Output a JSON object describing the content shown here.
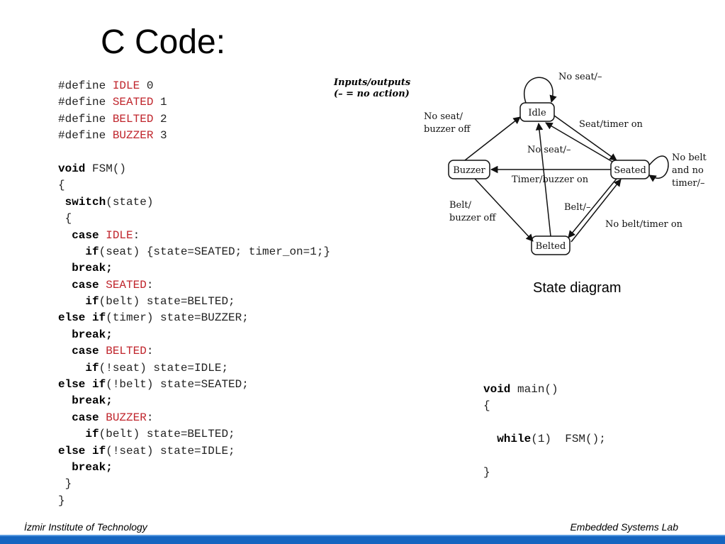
{
  "slide": {
    "title": "C Code:",
    "caption": "State diagram",
    "footer_left": "İzmir Institute of Technology",
    "footer_right": "Embedded Systems Lab"
  },
  "colors": {
    "accent_bar": "#1565c0",
    "constant_red": "#c0262d"
  },
  "code_left": [
    [
      {
        "t": "#define ",
        "c": ""
      },
      {
        "t": "IDLE",
        "c": "red"
      },
      {
        "t": " 0",
        "c": ""
      }
    ],
    [
      {
        "t": "#define ",
        "c": ""
      },
      {
        "t": "SEATED",
        "c": "red"
      },
      {
        "t": " 1",
        "c": ""
      }
    ],
    [
      {
        "t": "#define ",
        "c": ""
      },
      {
        "t": "BELTED",
        "c": "red"
      },
      {
        "t": " 2",
        "c": ""
      }
    ],
    [
      {
        "t": "#define ",
        "c": ""
      },
      {
        "t": "BUZZER",
        "c": "red"
      },
      {
        "t": " 3",
        "c": ""
      }
    ],
    [],
    [
      {
        "t": "void",
        "c": "kw"
      },
      {
        "t": " FSM()",
        "c": ""
      }
    ],
    [
      {
        "t": "{",
        "c": ""
      }
    ],
    [
      {
        "t": " ",
        "c": ""
      },
      {
        "t": "switch",
        "c": "kw"
      },
      {
        "t": "(state)",
        "c": ""
      }
    ],
    [
      {
        "t": " {",
        "c": ""
      }
    ],
    [
      {
        "t": "  ",
        "c": ""
      },
      {
        "t": "case",
        "c": "kw"
      },
      {
        "t": " ",
        "c": ""
      },
      {
        "t": "IDLE",
        "c": "red"
      },
      {
        "t": ":",
        "c": ""
      }
    ],
    [
      {
        "t": "    ",
        "c": ""
      },
      {
        "t": "if",
        "c": "kw"
      },
      {
        "t": "(seat) {state=SEATED; timer_on=1;}",
        "c": ""
      }
    ],
    [
      {
        "t": "  ",
        "c": ""
      },
      {
        "t": "break;",
        "c": "kw"
      }
    ],
    [
      {
        "t": "  ",
        "c": ""
      },
      {
        "t": "case",
        "c": "kw"
      },
      {
        "t": " ",
        "c": ""
      },
      {
        "t": "SEATED",
        "c": "red"
      },
      {
        "t": ":",
        "c": ""
      }
    ],
    [
      {
        "t": "    ",
        "c": ""
      },
      {
        "t": "if",
        "c": "kw"
      },
      {
        "t": "(belt) state=BELTED;",
        "c": ""
      }
    ],
    [
      {
        "t": "else if",
        "c": "kw"
      },
      {
        "t": "(timer) state=BUZZER;",
        "c": ""
      }
    ],
    [
      {
        "t": "  ",
        "c": ""
      },
      {
        "t": "break;",
        "c": "kw"
      }
    ],
    [
      {
        "t": "  ",
        "c": ""
      },
      {
        "t": "case",
        "c": "kw"
      },
      {
        "t": " ",
        "c": ""
      },
      {
        "t": "BELTED",
        "c": "red"
      },
      {
        "t": ":",
        "c": ""
      }
    ],
    [
      {
        "t": "    ",
        "c": ""
      },
      {
        "t": "if",
        "c": "kw"
      },
      {
        "t": "(!seat) state=IDLE;",
        "c": ""
      }
    ],
    [
      {
        "t": "else if",
        "c": "kw"
      },
      {
        "t": "(!belt) state=SEATED;",
        "c": ""
      }
    ],
    [
      {
        "t": "  ",
        "c": ""
      },
      {
        "t": "break;",
        "c": "kw"
      }
    ],
    [
      {
        "t": "  ",
        "c": ""
      },
      {
        "t": "case",
        "c": "kw"
      },
      {
        "t": " ",
        "c": ""
      },
      {
        "t": "BUZZER",
        "c": "red"
      },
      {
        "t": ":",
        "c": ""
      }
    ],
    [
      {
        "t": "    ",
        "c": ""
      },
      {
        "t": "if",
        "c": "kw"
      },
      {
        "t": "(belt) state=BELTED;",
        "c": ""
      }
    ],
    [
      {
        "t": "else if",
        "c": "kw"
      },
      {
        "t": "(!seat) state=IDLE;",
        "c": ""
      }
    ],
    [
      {
        "t": "  ",
        "c": ""
      },
      {
        "t": "break;",
        "c": "kw"
      }
    ],
    [
      {
        "t": " }",
        "c": ""
      }
    ],
    [
      {
        "t": "}",
        "c": ""
      }
    ]
  ],
  "code_main": [
    [
      {
        "t": "void",
        "c": "kw"
      },
      {
        "t": " main()",
        "c": ""
      }
    ],
    [
      {
        "t": "{",
        "c": ""
      }
    ],
    [],
    [
      {
        "t": "  ",
        "c": ""
      },
      {
        "t": "while",
        "c": "kw"
      },
      {
        "t": "(1)  FSM();",
        "c": ""
      }
    ],
    [],
    [
      {
        "t": "}",
        "c": ""
      }
    ]
  ],
  "diagram": {
    "legend_line1": "Inputs/outputs",
    "legend_line2": "(– = no action)",
    "states": {
      "idle": "Idle",
      "seated": "Seated",
      "belted": "Belted",
      "buzzer": "Buzzer"
    },
    "edges": {
      "idle_self": "No seat/–",
      "idle_to_seated": "Seat/timer on",
      "buzzer_to_idle_1": "No seat/",
      "buzzer_to_idle_2": "buzzer off",
      "seated_to_idle": "No seat/–",
      "seated_self_1": "No belt",
      "seated_self_2": "and no",
      "seated_self_3": "timer/–",
      "seated_to_buzzer": "Timer/buzzer on",
      "buzzer_to_belted_1": "Belt/",
      "buzzer_to_belted_2": "buzzer off",
      "seated_to_belted": "Belt/–",
      "belted_to_seated": "No belt/timer on"
    }
  }
}
